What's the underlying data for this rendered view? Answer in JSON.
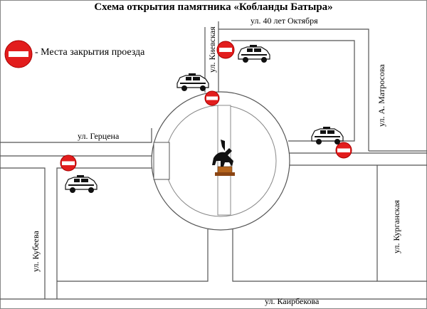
{
  "title": "Схема открытия памятника «Кобланды Батыра»",
  "legend": {
    "label": "- Места закрытия проезда",
    "icon": "no-entry-sign-icon"
  },
  "streets": {
    "oktyabrya": "ул. 40 лет Октября",
    "kievskaya": "ул. Киевская",
    "matrosova": "ул. А. Матросова",
    "gertsena": "ул. Герцена",
    "kubeeva": "ул. Кубеева",
    "kurganskaya": "ул. Курганская",
    "kairbekova": "ул. Каирбекова"
  },
  "monument_icon": "monument-equestrian-statue-icon",
  "car_icon": "taxi-car-icon",
  "colors": {
    "no_entry_red": "#e21d1d",
    "line": "#555555",
    "monument_base": "#b5651d"
  }
}
